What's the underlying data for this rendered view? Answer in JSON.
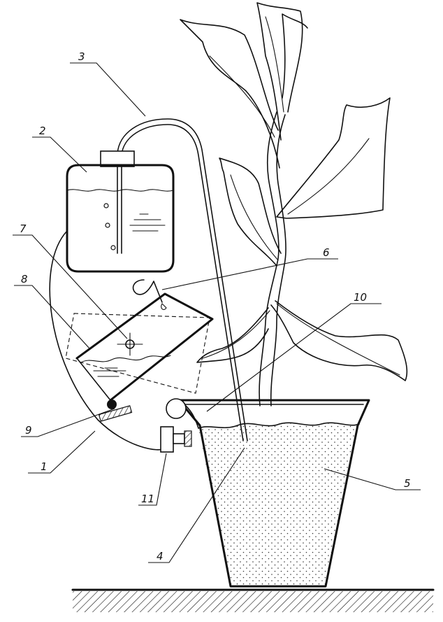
{
  "labels": {
    "1": "1",
    "2": "2",
    "3": "3",
    "4": "4",
    "5": "5",
    "6": "6",
    "7": "7",
    "8": "8",
    "9": "9",
    "10": "10",
    "11": "11"
  }
}
